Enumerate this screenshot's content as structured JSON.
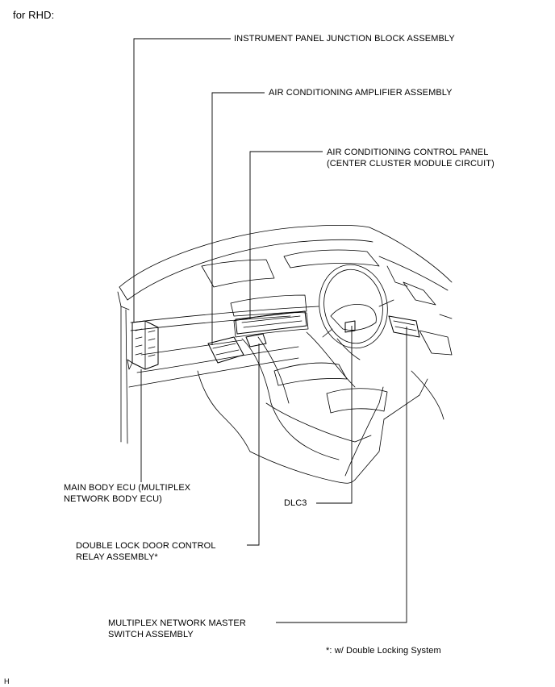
{
  "header": {
    "variant": "for RHD:"
  },
  "labels": {
    "junction_block": "INSTRUMENT PANEL JUNCTION BLOCK ASSEMBLY",
    "ac_amplifier": "AIR CONDITIONING AMPLIFIER ASSEMBLY",
    "ac_control_line1": "AIR CONDITIONING CONTROL PANEL",
    "ac_control_line2": "(CENTER CLUSTER MODULE CIRCUIT)",
    "main_body_line1": "MAIN BODY ECU (MULTIPLEX",
    "main_body_line2": "NETWORK BODY ECU)",
    "dlc3": "DLC3",
    "double_lock_line1": "DOUBLE LOCK DOOR CONTROL",
    "double_lock_line2": "RELAY ASSEMBLY*",
    "master_switch_line1": "MULTIPLEX NETWORK MASTER",
    "master_switch_line2": "SWITCH ASSEMBLY"
  },
  "footnote": "*: w/ Double Locking System",
  "figure_code": "H"
}
